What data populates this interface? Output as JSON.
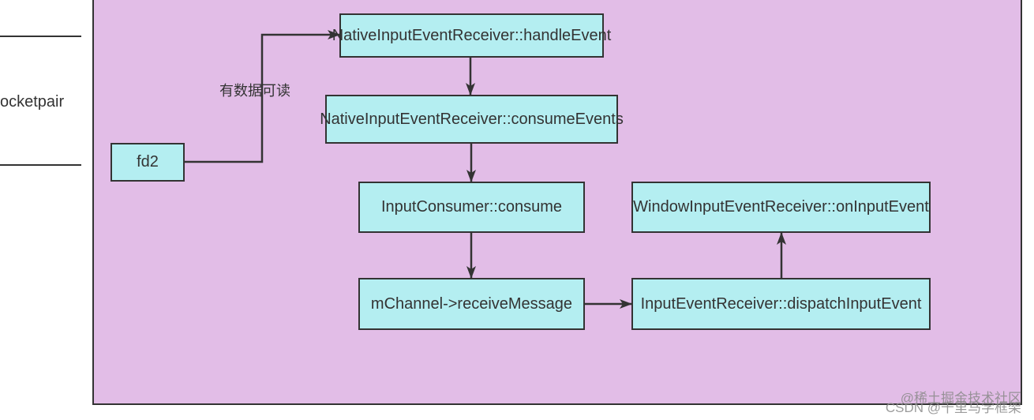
{
  "colors": {
    "panel_bg": "#e2bde7",
    "node_bg": "#b4eef1",
    "stroke": "#333333",
    "text": "#333333",
    "watermark": "#8a8a8a"
  },
  "external_label": "ocketpair",
  "edge_label": "有数据可读",
  "nodes": {
    "handle_event": "NativeInputEventReceiver::handleEvent",
    "consume_events": "NativeInputEventReceiver::consumeEvents",
    "input_consumer": "InputConsumer::consume",
    "receive_message": "mChannel->receiveMessage",
    "dispatch_input_event": "InputEventReceiver::dispatchInputEvent",
    "on_input_event": "WindowInputEventReceiver::onInputEvent",
    "fd2": "fd2"
  },
  "watermark": {
    "primary": "@稀土掘金技术社区",
    "secondary": "CSDN @千里马学框架"
  }
}
